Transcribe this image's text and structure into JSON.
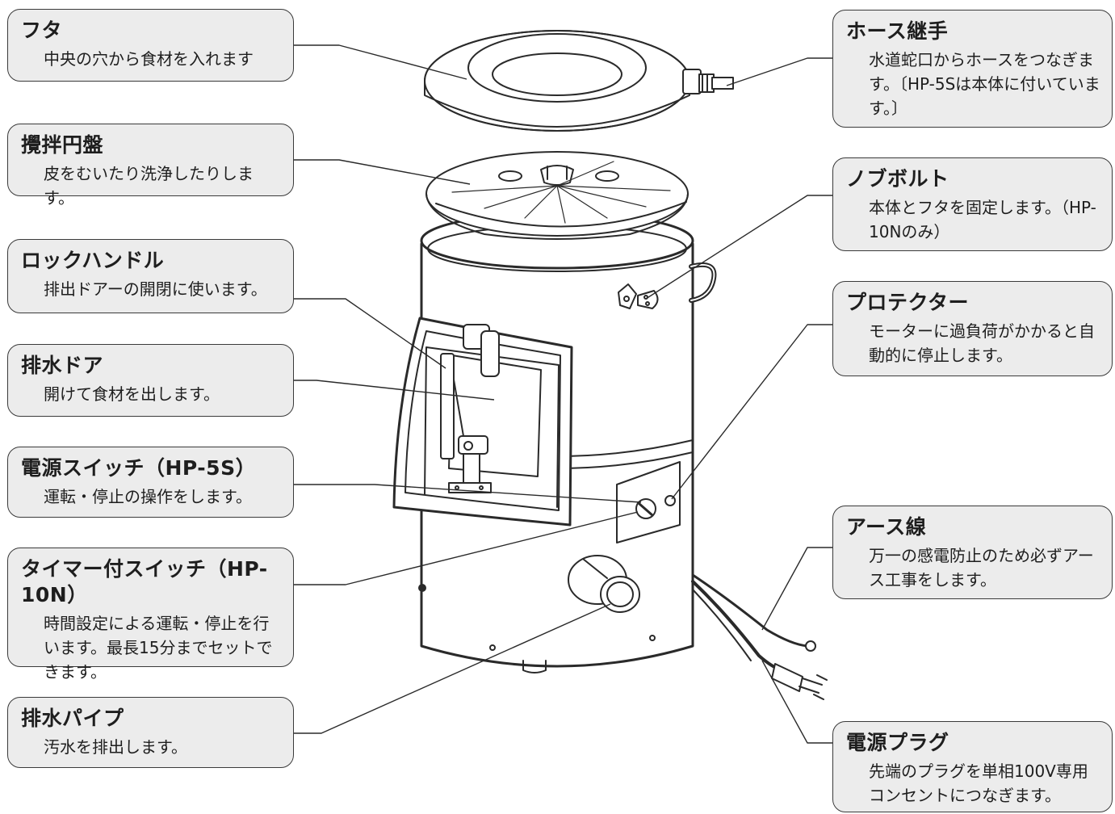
{
  "callouts": {
    "lid": {
      "title": "フタ",
      "desc": "中央の穴から食材を入れます"
    },
    "disc": {
      "title": "攪拌円盤",
      "desc": "皮をむいたり洗浄したりします。"
    },
    "lock_handle": {
      "title": "ロックハンドル",
      "desc": "排出ドアーの開閉に使います。"
    },
    "drain_door": {
      "title": "排水ドア",
      "desc": "開けて食材を出します。"
    },
    "power_switch": {
      "title": "電源スイッチ（HP-5S）",
      "desc": "運転・停止の操作をします。"
    },
    "timer_switch": {
      "title": "タイマー付スイッチ（HP-10N）",
      "desc": "時間設定による運転・停止を行います。最長15分までセットできます。"
    },
    "drain_pipe": {
      "title": "排水パイプ",
      "desc": "汚水を排出します。"
    },
    "hose_joint": {
      "title": "ホース継手",
      "desc": "水道蛇口からホースをつなぎます。〔HP-5Sは本体に付いています。〕"
    },
    "knob_bolt": {
      "title": "ノブボルト",
      "desc": "本体とフタを固定します。（HP-10Nのみ）"
    },
    "protector": {
      "title": "プロテクター",
      "desc": "モーターに過負荷がかかると自動的に停止します。"
    },
    "ground_wire": {
      "title": "アース線",
      "desc": "万一の感電防止のため必ずアース工事をします。"
    },
    "power_plug": {
      "title": "電源プラグ",
      "desc": "先端のプラグを単相100V専用コンセントにつなぎます。"
    }
  },
  "colors": {
    "box_fill": "#ececec",
    "box_border": "#3a3a3a",
    "line": "#2a2a2a"
  }
}
